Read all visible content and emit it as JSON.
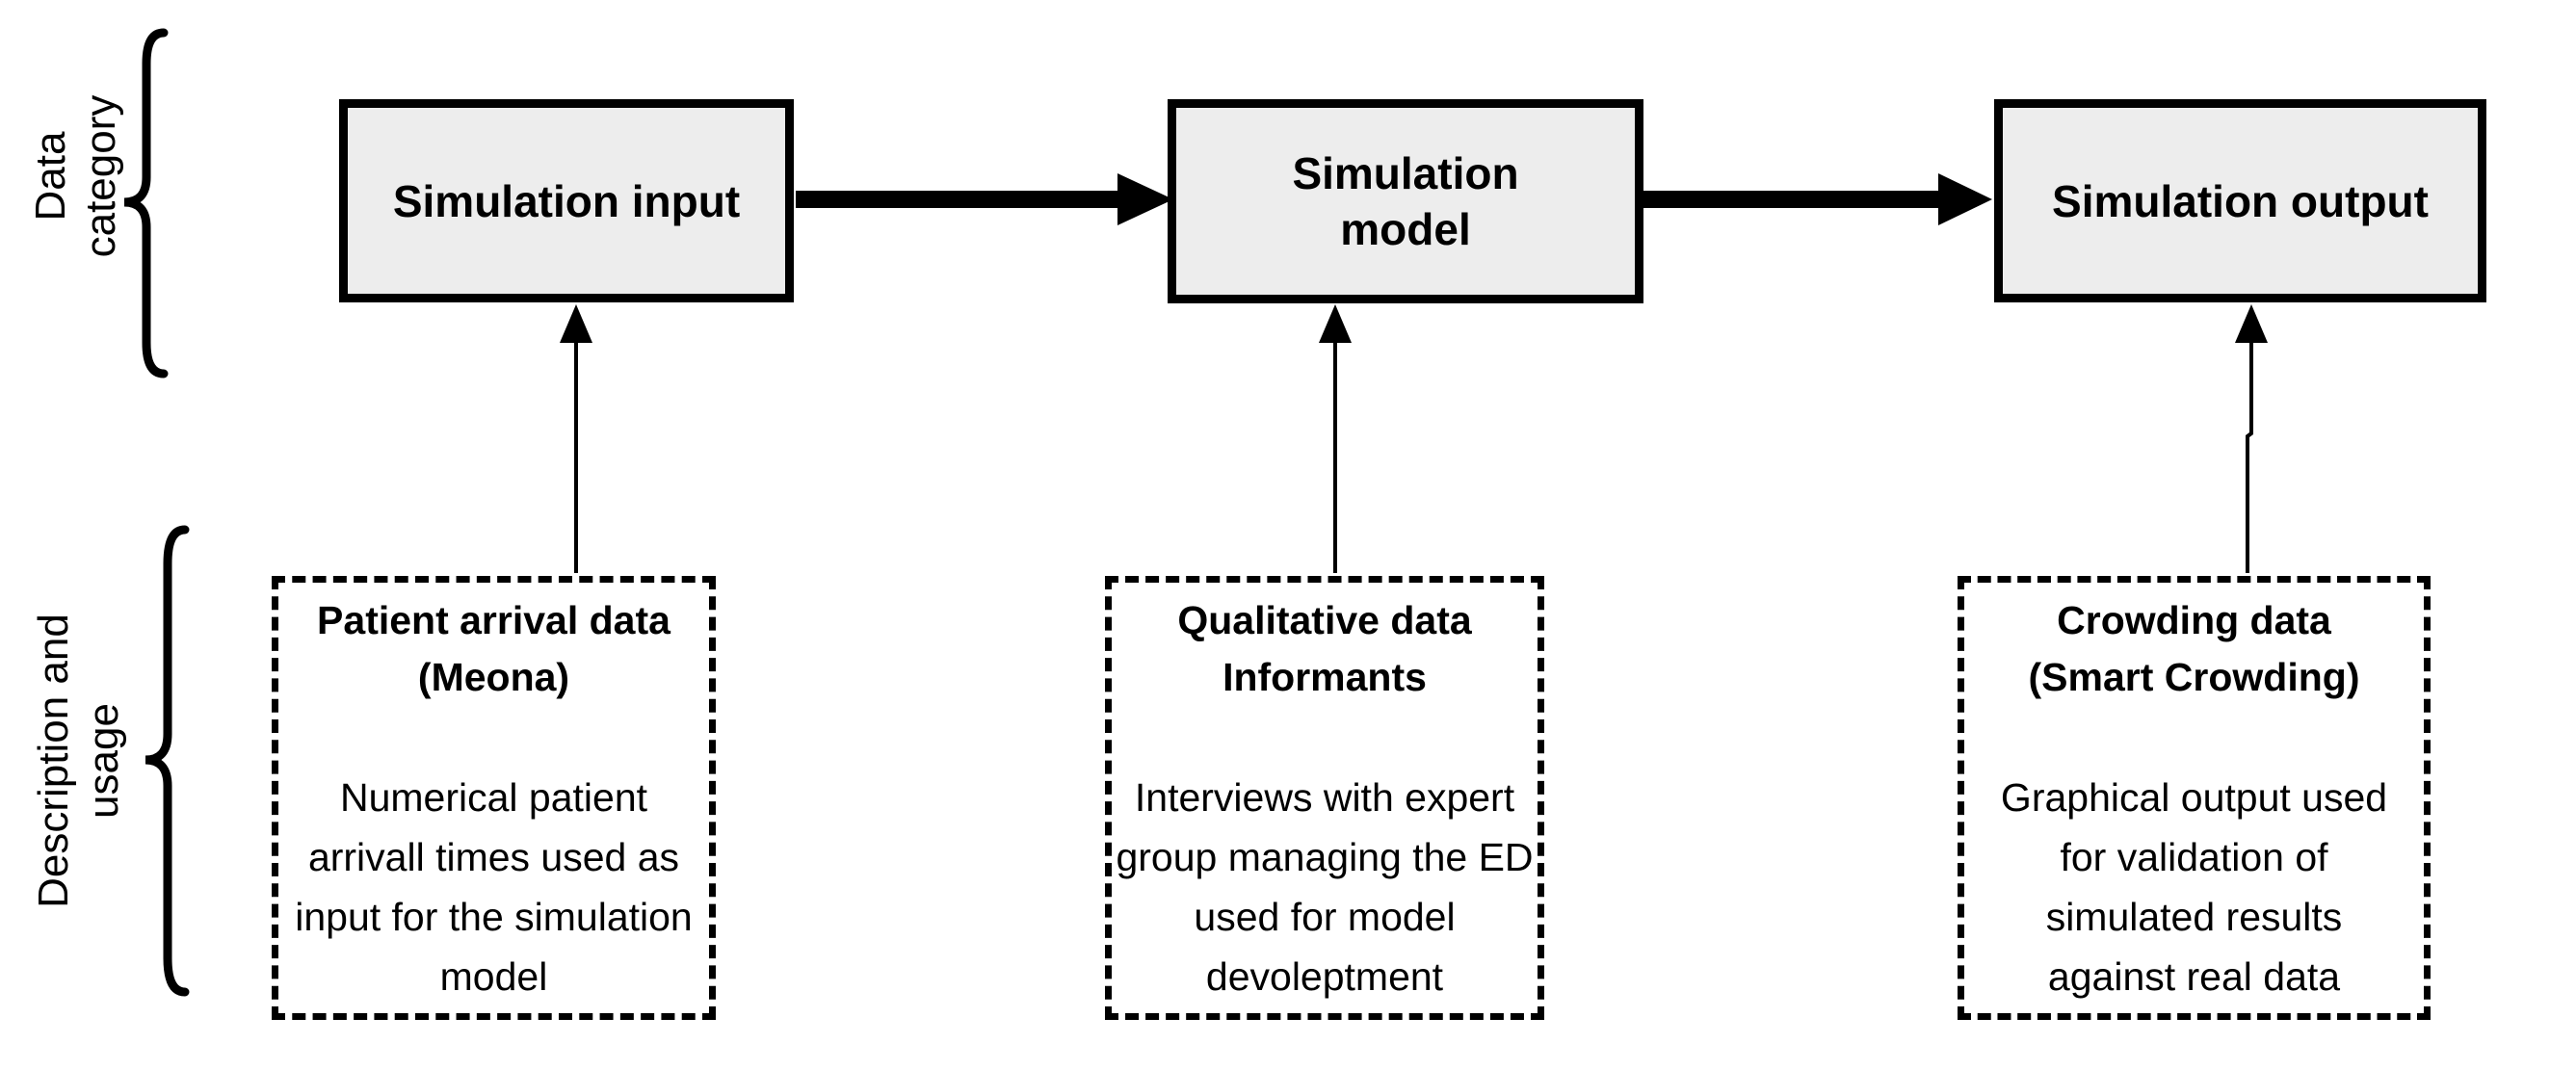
{
  "colors": {
    "background": "#ffffff",
    "box_fill": "#ededed",
    "line": "#000000",
    "text": "#000000"
  },
  "side_labels": {
    "data_category": {
      "lines": [
        "Data",
        "category"
      ]
    },
    "description_usage": {
      "lines": [
        "Description and",
        "usage"
      ]
    }
  },
  "category_boxes": [
    {
      "lines": [
        "Simulation input"
      ]
    },
    {
      "lines": [
        "Simulation",
        "model"
      ]
    },
    {
      "lines": [
        "Simulation output"
      ]
    }
  ],
  "description_boxes": [
    {
      "title_lines": [
        "Patient arrival data",
        "(Meona)"
      ],
      "body_lines": [
        "Numerical patient",
        "arrivall times used as",
        "input for the simulation",
        "model"
      ]
    },
    {
      "title_lines": [
        "Qualitative data",
        "Informants"
      ],
      "body_lines": [
        "Interviews with expert",
        "group managing the ED",
        "used for model",
        "devoleptment"
      ]
    },
    {
      "title_lines": [
        "Crowding data",
        "(Smart Crowding)"
      ],
      "body_lines": [
        "Graphical output used",
        "for validation of",
        "simulated results",
        "against real data"
      ]
    }
  ]
}
